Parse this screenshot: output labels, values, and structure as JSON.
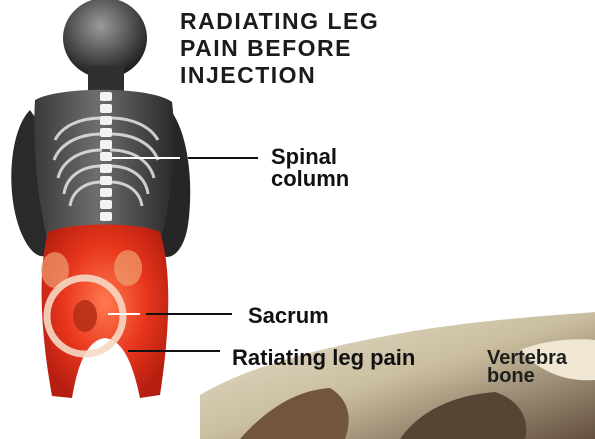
{
  "title_lines": [
    "RADIATING LEG",
    "PAIN BEFORE",
    "INJECTION"
  ],
  "labels": {
    "spinal_column": [
      "Spinal",
      "column"
    ],
    "sacrum": "Sacrum",
    "leg_pain": "Ratiating leg pain",
    "vertebra_bone": [
      "Vertebra",
      "bone"
    ]
  },
  "colors": {
    "pain_red": "#e8361c",
    "text": "#111111"
  }
}
